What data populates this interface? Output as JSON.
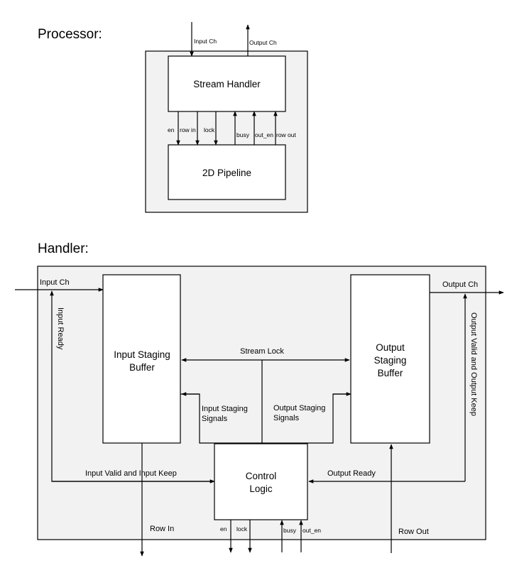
{
  "processor": {
    "heading": "Processor:",
    "blocks": {
      "stream_handler": "Stream Handler",
      "pipeline": "2D Pipeline"
    },
    "external_signals": {
      "input_ch": "Input Ch",
      "output_ch": "Output Ch"
    },
    "internal_signals": [
      {
        "label": "en",
        "direction": "down"
      },
      {
        "label": "row in",
        "direction": "down"
      },
      {
        "label": "lock",
        "direction": "down"
      },
      {
        "label": "busy",
        "direction": "up"
      },
      {
        "label": "out_en",
        "direction": "up"
      },
      {
        "label": "row out",
        "direction": "up"
      }
    ]
  },
  "handler": {
    "heading": "Handler:",
    "blocks": {
      "input_buffer": [
        "Input Staging",
        "Buffer"
      ],
      "output_buffer": [
        "Output",
        "Staging",
        "Buffer"
      ],
      "control_logic": [
        "Control",
        "Logic"
      ]
    },
    "signals": {
      "input_ch": "Input Ch",
      "output_ch": "Output Ch",
      "input_ready": "Input Ready",
      "output_valid_keep": "Output Valid and Output Keep",
      "stream_lock": "Stream Lock",
      "input_staging_signals": [
        "Input Staging",
        "Signals"
      ],
      "output_staging_signals": [
        "Output Staging",
        "Signals"
      ],
      "input_valid_keep": "Input Valid and Input Keep",
      "output_ready": "Output Ready",
      "row_in": "Row In",
      "row_out": "Row Out",
      "en": "en",
      "lock": "lock",
      "busy": "busy",
      "out_en": "out_en"
    }
  }
}
